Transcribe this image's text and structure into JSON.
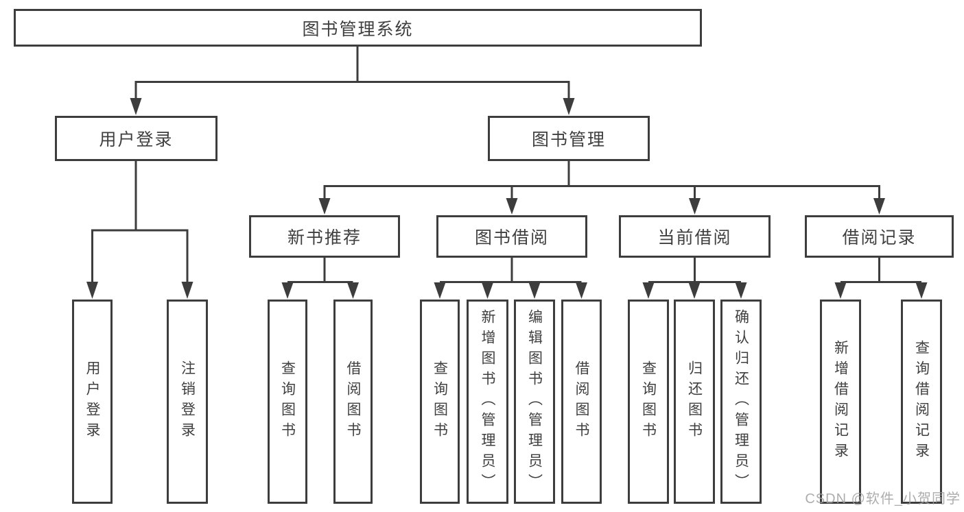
{
  "diagram": {
    "title": "图书管理系统",
    "tree": {
      "root": {
        "label": "图书管理系统"
      },
      "level1": [
        {
          "label": "用户登录",
          "children": [
            {
              "label": "用户登录"
            },
            {
              "label": "注销登录"
            }
          ]
        },
        {
          "label": "图书管理",
          "children": [
            {
              "label": "新书推荐",
              "children": [
                {
                  "label": "查询图书"
                },
                {
                  "label": "借阅图书"
                }
              ]
            },
            {
              "label": "图书借阅",
              "children": [
                {
                  "label": "查询图书"
                },
                {
                  "label": "新增图书（管理员）"
                },
                {
                  "label": "编辑图书（管理员）"
                },
                {
                  "label": "借阅图书"
                }
              ]
            },
            {
              "label": "当前借阅",
              "children": [
                {
                  "label": "查询图书"
                },
                {
                  "label": "归还图书"
                },
                {
                  "label": "确认归还（管理员）"
                }
              ]
            },
            {
              "label": "借阅记录",
              "children": [
                {
                  "label": "新增借阅记录"
                },
                {
                  "label": "查询借阅记录"
                }
              ]
            }
          ]
        }
      ]
    },
    "colors": {
      "line": "#3d3d3d",
      "text": "#3f3f3f",
      "background": "#ffffff",
      "watermark_gray": "#9f9f9f"
    }
  },
  "watermark": {
    "text": "CSDN @软件_小贺同学"
  }
}
